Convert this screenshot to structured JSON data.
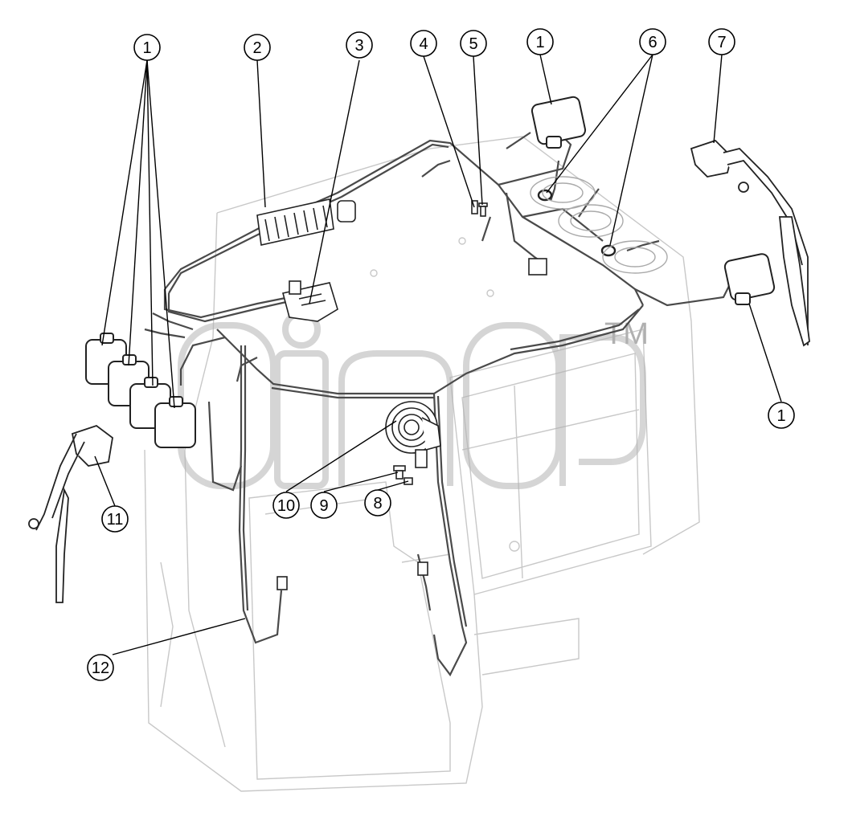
{
  "diagram": {
    "callouts": [
      {
        "id": "c1a",
        "label": "1"
      },
      {
        "id": "c2",
        "label": "2"
      },
      {
        "id": "c3",
        "label": "3"
      },
      {
        "id": "c4",
        "label": "4"
      },
      {
        "id": "c5",
        "label": "5"
      },
      {
        "id": "c1b",
        "label": "1"
      },
      {
        "id": "c6",
        "label": "6"
      },
      {
        "id": "c7",
        "label": "7"
      },
      {
        "id": "c1c",
        "label": "1"
      },
      {
        "id": "c10",
        "label": "10"
      },
      {
        "id": "c9",
        "label": "9"
      },
      {
        "id": "c8",
        "label": "8"
      },
      {
        "id": "c11",
        "label": "11"
      },
      {
        "id": "c12",
        "label": "12"
      }
    ],
    "watermark": {
      "mark": "TM"
    }
  }
}
